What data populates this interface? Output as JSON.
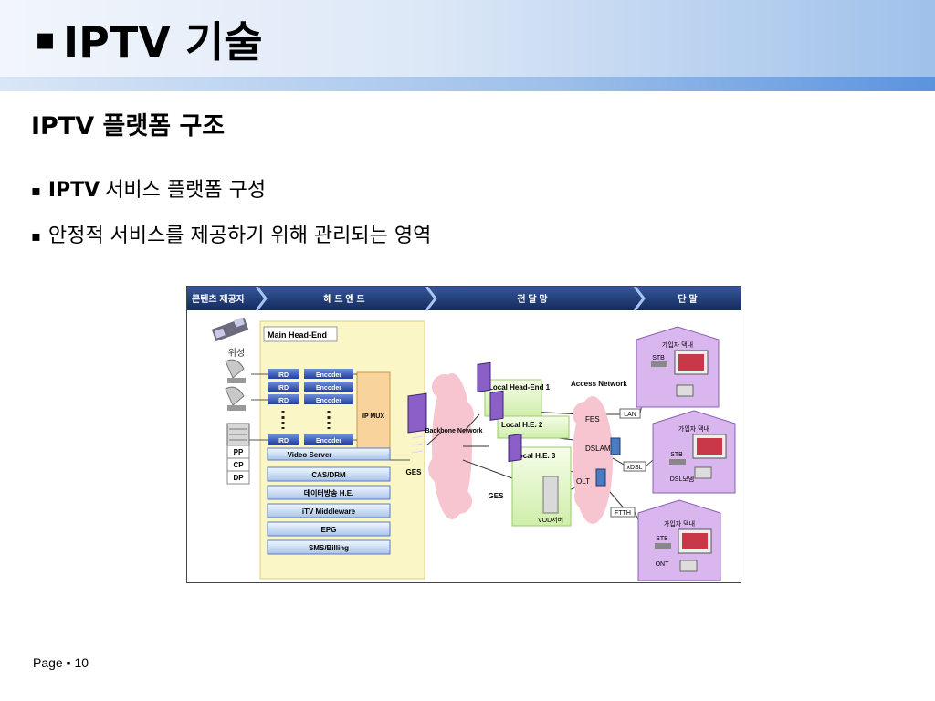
{
  "slide": {
    "title_bullet": "▪",
    "title": "IPTV 기술",
    "subtitle": "IPTV 플랫폼 구조",
    "bullets": [
      {
        "marker": "▪",
        "bold": "IPTV",
        "text": "서비스 플랫폼 구성"
      },
      {
        "marker": "▪",
        "bold": "",
        "text": "안정적 서비스를 제공하기 위해 관리되는 영역"
      }
    ],
    "footer": "Page ▪ 10"
  },
  "diagram": {
    "stages": [
      "콘텐츠 제공자",
      "헤 드 엔 드",
      "전 달 망",
      "단 말"
    ],
    "satellite_label": "위성",
    "providers": [
      "PP",
      "CP",
      "DP"
    ],
    "main_head_end": "Main Head-End",
    "ird": [
      "IRD",
      "IRD",
      "IRD",
      "IRD"
    ],
    "encoder": [
      "Encoder",
      "Encoder",
      "Encoder",
      "Encoder"
    ],
    "ip_mux": "IP MUX",
    "video_server": "Video Server",
    "systems": [
      "CAS/DRM",
      "데이터방송 H.E.",
      "iTV Middleware",
      "EPG",
      "SMS/Billing"
    ],
    "ges_labels": [
      "GES",
      "GES"
    ],
    "backbone": "Backbone Network",
    "local_he1": "Local Head-End 1",
    "local_he2": "Local H.E. 2",
    "local_he3": "Local H.E. 3",
    "vod": "VOD서버",
    "access_network": "Access Network",
    "access_nodes": [
      "FES",
      "DSLAM",
      "OLT"
    ],
    "links": [
      "LAN",
      "xDSL",
      "FTTH"
    ],
    "home_label": "가입자 댁내",
    "home_devices": [
      "STB",
      "STB",
      "STB"
    ],
    "home_extras": [
      "",
      "DSL모뎀",
      "ONT"
    ],
    "colors": {
      "stage_bar": "#1f3a6e",
      "head_end_bg": "#fbf6c6",
      "box_blue": "#2f58b8",
      "box_orange": "#f8d49c",
      "local_green": "#e6f6cf",
      "home_purple": "#d9b6ee",
      "cloud_pink": "#f6c5d0"
    }
  }
}
